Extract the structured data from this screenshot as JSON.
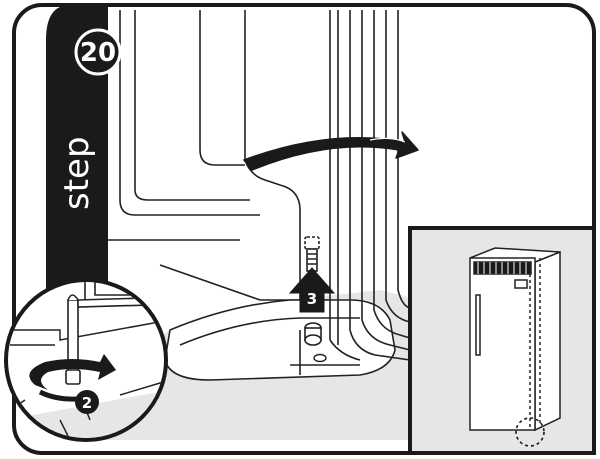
{
  "step_label": "step",
  "step_number": "20",
  "callouts": {
    "turn_hex_key": "2",
    "lift_hinge_pin": "3"
  },
  "colors": {
    "frame": "#1a1a1a",
    "panel_gray": "#e6e6e6",
    "line": "#222222",
    "white": "#ffffff"
  },
  "icons": {
    "door_open_arrow": "curved-arrow-icon",
    "rotate": "rotate-arrow-icon",
    "lift": "up-arrow-icon"
  }
}
